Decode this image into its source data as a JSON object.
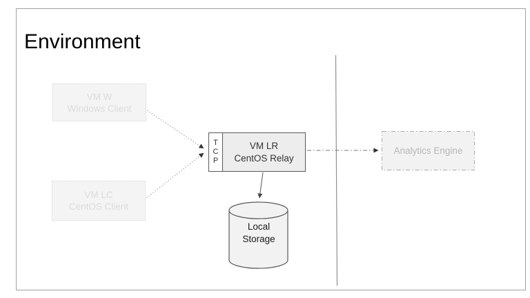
{
  "title": "Environment",
  "diagram": {
    "nodes": {
      "vm_w": {
        "label": "VM W\nWindows Client",
        "type": "ghost-box"
      },
      "vm_lc": {
        "label": "VM LC\nCentOS Client",
        "type": "ghost-box"
      },
      "tcp_port": {
        "label": "T\nC\nP",
        "type": "port"
      },
      "relay": {
        "label": "VM LR\nCentOS Relay",
        "type": "box"
      },
      "analytics": {
        "label": "Analytics Engine",
        "type": "dash-dot-box"
      },
      "storage": {
        "label": "Local\nStorage",
        "type": "cylinder"
      }
    },
    "edges": [
      {
        "from": "vm_w",
        "to": "tcp_port",
        "style": "dotted"
      },
      {
        "from": "vm_lc",
        "to": "tcp_port",
        "style": "dotted"
      },
      {
        "from": "relay",
        "to": "analytics",
        "style": "dash-dot"
      },
      {
        "from": "relay",
        "to": "storage",
        "style": "solid"
      }
    ],
    "separator": {
      "orientation": "vertical"
    }
  },
  "colors": {
    "ghost_fill": "#f4f4f4",
    "ghost_border": "#d8d8d8",
    "ghost_text": "#dcdcdc",
    "box_fill": "#ededed",
    "box_border": "#595959",
    "box_text": "#333333",
    "dashed_box_fill": "#f2f2f2",
    "dashed_box_border": "#aaaaaa",
    "dashed_box_text": "#b7b7b7",
    "connector_gray": "#999999",
    "arrow_dark": "#333333",
    "divider_gray": "#909090",
    "frame_border": "#a0a0a0",
    "title_text": "#000000"
  }
}
